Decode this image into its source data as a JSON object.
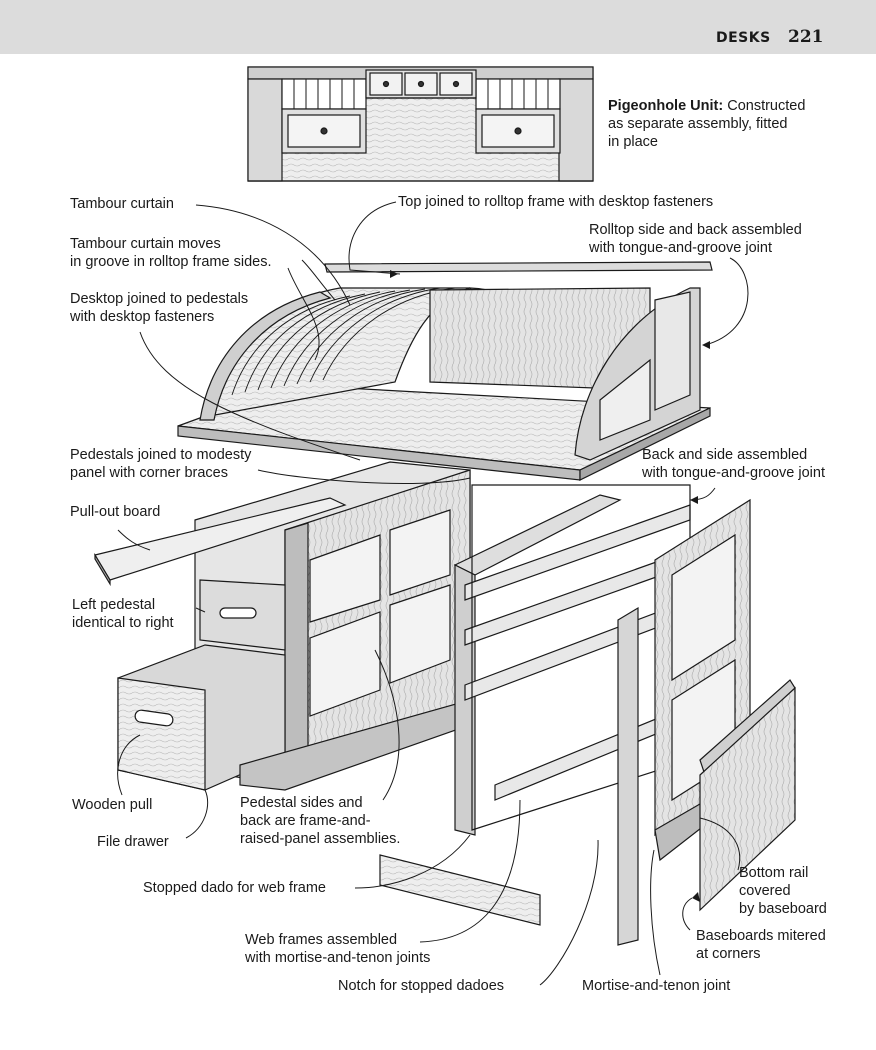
{
  "header": {
    "section": "DESKS",
    "page_number": "221"
  },
  "pigeonhole": {
    "title": "Pigeonhole Unit:",
    "text_1": "Constructed",
    "text_2": "as separate assembly, fitted",
    "text_3": "in place"
  },
  "labels": {
    "tambour_curtain": "Tambour curtain",
    "tambour_moves_1": "Tambour curtain moves",
    "tambour_moves_2": "in groove in rolltop frame sides.",
    "desktop_joined_1": "Desktop joined to pedestals",
    "desktop_joined_2": "with desktop fasteners",
    "top_joined": "Top joined to rolltop frame with desktop fasteners",
    "rolltop_side_1": "Rolltop side and back assembled",
    "rolltop_side_2": "with tongue-and-groove joint",
    "pedestals_joined_1": "Pedestals joined to modesty",
    "pedestals_joined_2": "panel with corner braces",
    "back_side_1": "Back and side assembled",
    "back_side_2": "with tongue-and-groove joint",
    "pullout_board": "Pull-out board",
    "left_pedestal_1": "Left pedestal",
    "left_pedestal_2": "identical to right",
    "wooden_pull": "Wooden pull",
    "file_drawer": "File drawer",
    "pedestal_sides_1": "Pedestal sides and",
    "pedestal_sides_2": "back are frame-and-",
    "pedestal_sides_3": "raised-panel assemblies.",
    "stopped_dado": "Stopped dado for web frame",
    "web_frames_1": "Web frames assembled",
    "web_frames_2": "with mortise-and-tenon joints",
    "notch": "Notch for stopped dadoes",
    "mortise_tenon": "Mortise-and-tenon joint",
    "bottom_rail_1": "Bottom rail",
    "bottom_rail_2": "covered",
    "bottom_rail_3": "by baseboard",
    "baseboards_1": "Baseboards mitered",
    "baseboards_2": "at corners"
  },
  "colors": {
    "header_band": "#dcdcdc",
    "wood_light": "#f3f3f3",
    "wood_mid": "#d6d6d6",
    "wood_dark": "#9a9a9a",
    "ink": "#1a1a1a"
  }
}
